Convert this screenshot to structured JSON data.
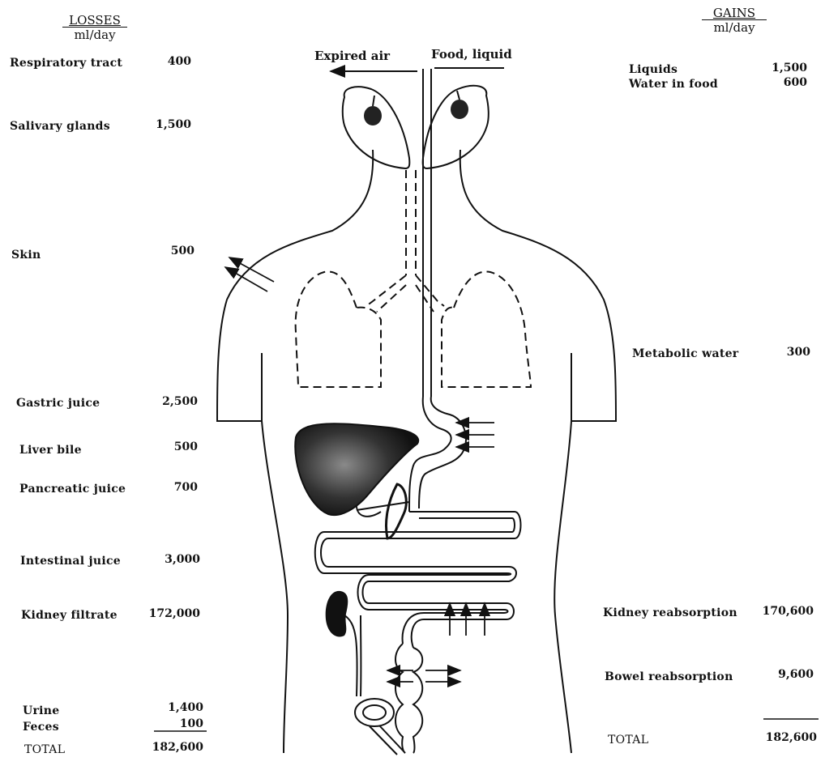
{
  "losses": {
    "header": {
      "title": "LOSSES",
      "unit": "ml/day"
    },
    "items": [
      {
        "label": "Respiratory tract",
        "value": "400"
      },
      {
        "label": "Salivary glands",
        "value": "1,500"
      },
      {
        "label": "Skin",
        "value": "500"
      },
      {
        "label": "Gastric juice",
        "value": "2,500"
      },
      {
        "label": "Liver bile",
        "value": "500"
      },
      {
        "label": "Pancreatic juice",
        "value": "700"
      },
      {
        "label": "Intestinal juice",
        "value": "3,000"
      },
      {
        "label": "Kidney filtrate",
        "value": "172,000"
      },
      {
        "label": "Urine",
        "value": "1,400"
      },
      {
        "label": "Feces",
        "value": "100"
      }
    ],
    "total": {
      "label": "TOTAL",
      "value": "182,600"
    }
  },
  "gains": {
    "header": {
      "title": "GAINS",
      "unit": "ml/day"
    },
    "items": [
      {
        "label": "Liquids",
        "value": "1,500"
      },
      {
        "label": "Water in food",
        "value": "600"
      },
      {
        "label": "Metabolic water",
        "value": "300"
      },
      {
        "label": "Kidney reabsorption",
        "value": "170,600"
      },
      {
        "label": "Bowel reabsorption",
        "value": "9,600"
      }
    ],
    "total": {
      "label": "TOTAL",
      "value": "182,600"
    }
  },
  "diagram": {
    "expired_air": "Expired air",
    "food_liquid": "Food, liquid"
  }
}
